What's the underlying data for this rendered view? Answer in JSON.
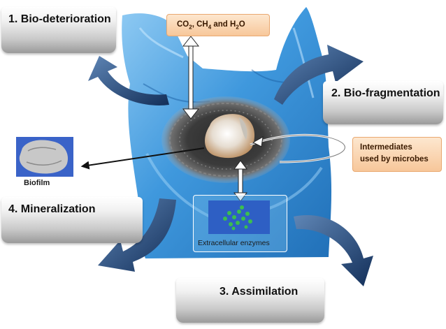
{
  "stages": {
    "bio_deterioration": "1. Bio-deterioration",
    "bio_fragmentation": "2. Bio-fragmentation",
    "assimilation": "3. Assimilation",
    "mineralization": "4. Mineralization"
  },
  "gases": {
    "co2": "CO",
    "co2_sub": "2",
    "sep1": ", ",
    "ch4": "CH",
    "ch4_sub": "4",
    "and": " and ",
    "h2o_h": "H",
    "h2o_sub": "2",
    "h2o_o": "O"
  },
  "intermediates": {
    "line1": "Intermediates",
    "line2": "used by microbes"
  },
  "enzymes_label": "Extracellular enzymes",
  "biofilm_label": "Biofilm",
  "colors": {
    "bag_blue": "#3f98dd",
    "arrow_navy": "#1f3e6e",
    "orange_box": "#f7c79a",
    "enzyme_blue": "#2e5fc4"
  }
}
